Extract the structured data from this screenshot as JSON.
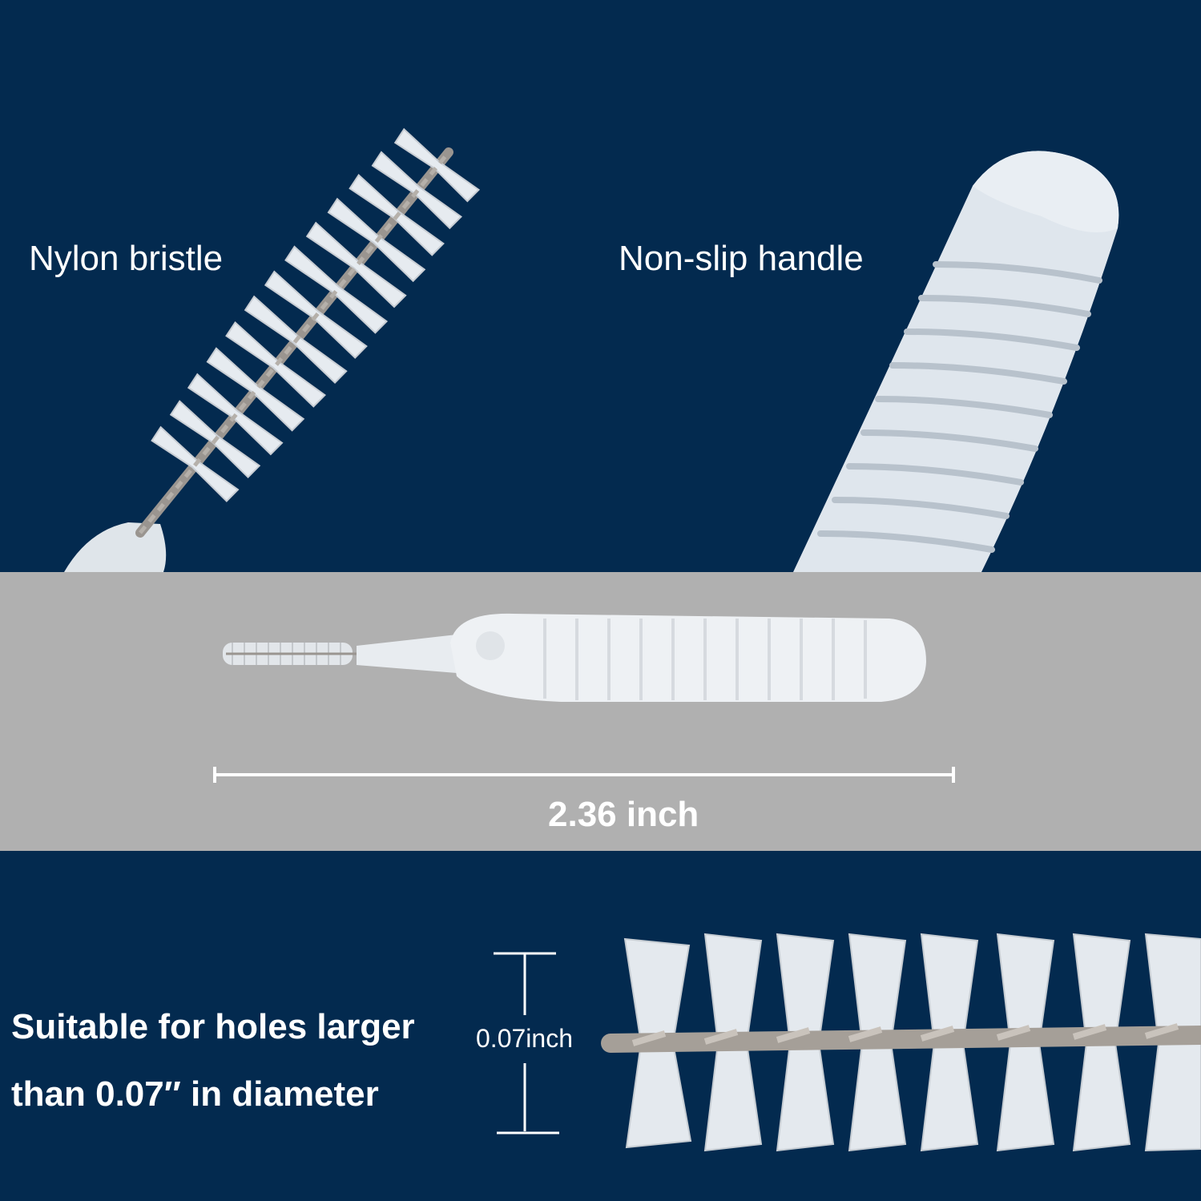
{
  "colors": {
    "navy_background": "#032a4f",
    "gray_band": "#b0b0b0",
    "brush_white": "#e9eef3",
    "wire_gray": "#9a9590"
  },
  "labels": {
    "nylon_bristle": "Nylon bristle",
    "non_slip_handle": "Non-slip handle",
    "length": "2.36 inch",
    "suitable_line1": "Suitable for holes larger",
    "suitable_line2": "than 0.07″ in diameter",
    "diameter": "0.07inch"
  }
}
